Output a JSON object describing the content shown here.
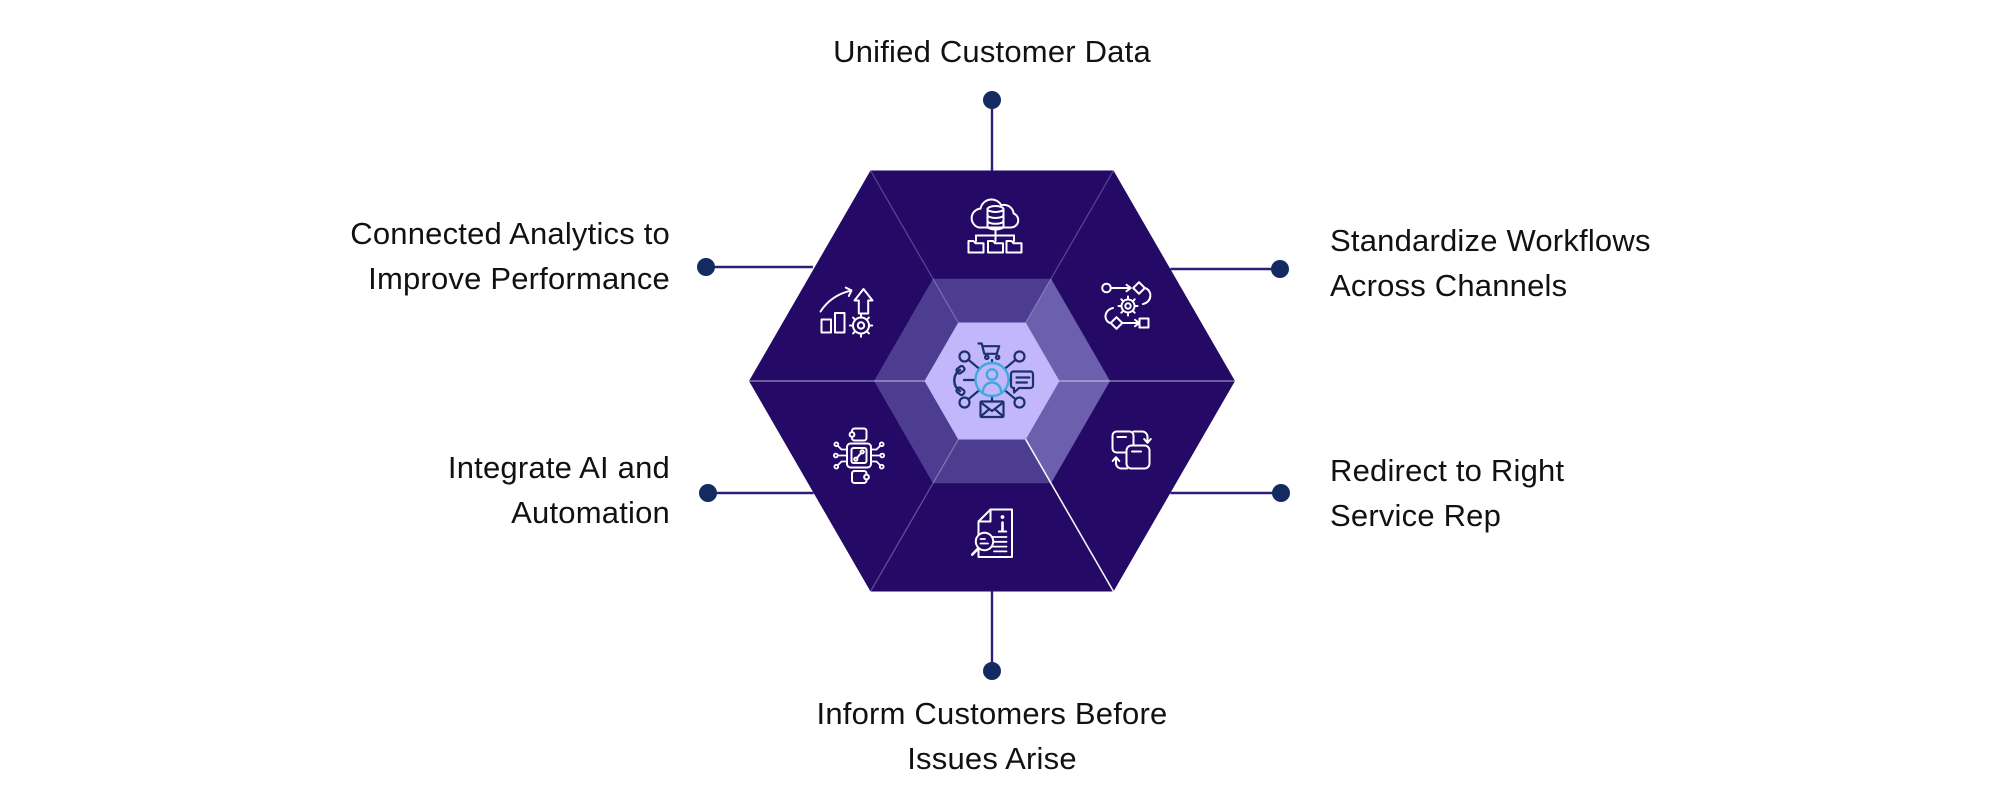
{
  "diagram": {
    "type": "hexagon-infographic",
    "segment_count": 6
  },
  "labels": {
    "top": "Unified Customer Data",
    "top_left": "Connected Analytics to\nImprove Performance",
    "top_right": "Standardize Workflows\nAcross Channels",
    "bottom_left": "Integrate AI and\nAutomation",
    "bottom_right": "Redirect to Right\nService Rep",
    "bottom": "Inform Customers Before\nIssues Arise"
  },
  "icons": {
    "center": "omnichannel-customer-hub",
    "top": "cloud-database-folders",
    "top_right": "workflow-process",
    "bottom_right": "data-transfer-swap",
    "bottom": "document-info-search",
    "bottom_left": "ai-chip-integration",
    "top_left": "growth-analytics-gear"
  },
  "colors": {
    "background": "#ffffff",
    "label_text": "#111111",
    "hex_outer": "#240a66",
    "hex_mid": "#4d3d91",
    "hex_mid_light": "#6c5fae",
    "hex_inner": "#c2b7fa",
    "divider_line": "#ffffff",
    "connector_line": "#2f1d78",
    "connector_dot": "#142b61",
    "icon_stroke": "#ffffff",
    "center_icon_navy": "#1c2f6e",
    "center_icon_cyan": "#3fa9dc"
  }
}
